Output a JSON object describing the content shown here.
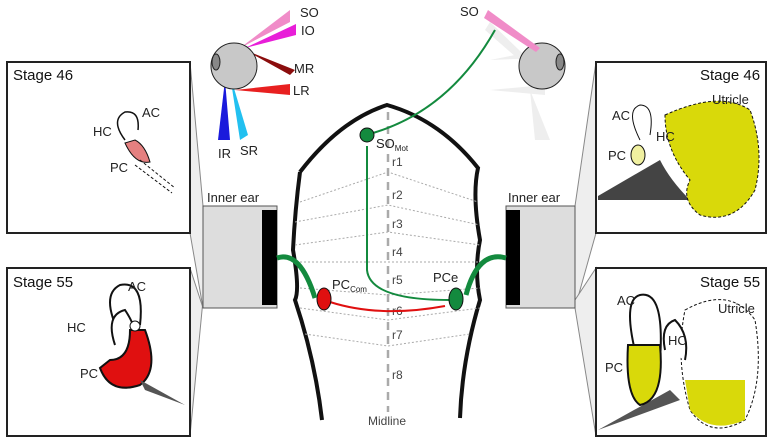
{
  "eyes": {
    "left_muscles": [
      "SO",
      "IO",
      "MR",
      "LR",
      "IR",
      "SR"
    ],
    "right_muscle": "SO"
  },
  "hindbrain": {
    "rhombomeres": [
      "r1",
      "r2",
      "r3",
      "r4",
      "r5",
      "r6",
      "r7",
      "r8"
    ],
    "midline": "Midline",
    "so_mot": {
      "main": "SO",
      "sub": "Mot"
    },
    "pc_com": {
      "main": "PC",
      "sub": "Com"
    },
    "pce": "PCe"
  },
  "inner_ear_left": "Inner ear",
  "inner_ear_right": "Inner ear",
  "panels": {
    "left_46": {
      "title": "Stage 46",
      "ac": "AC",
      "hc": "HC",
      "pc": "PC"
    },
    "left_55": {
      "title": "Stage 55",
      "ac": "AC",
      "hc": "HC",
      "pc": "PC"
    },
    "right_46": {
      "title": "Stage 46",
      "utricle": "Utricle",
      "ac": "AC",
      "hc": "HC",
      "pc": "PC"
    },
    "right_55": {
      "title": "Stage 55",
      "utricle": "Utricle",
      "ac": "AC",
      "hc": "HC",
      "pc": "PC"
    }
  },
  "colors": {
    "green": "#138a3e",
    "red": "#e01010",
    "yellow": "#d9d90a",
    "pink": "#f08cc8",
    "magenta": "#e81ed8"
  }
}
